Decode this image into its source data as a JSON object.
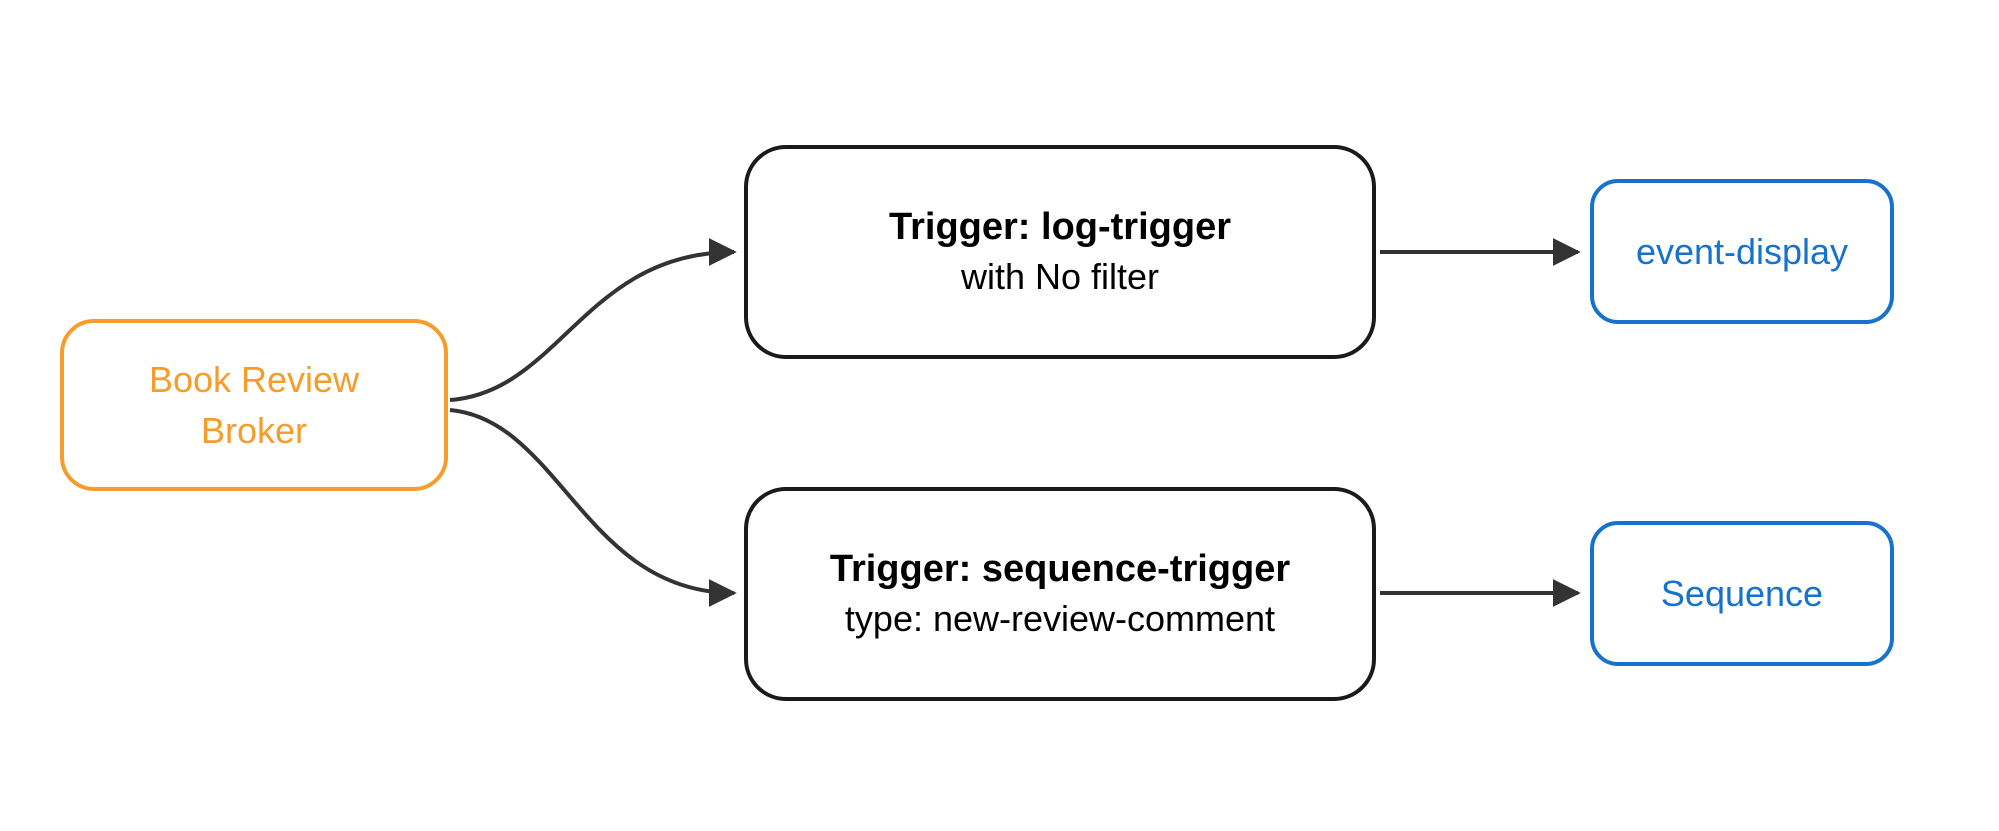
{
  "diagram": {
    "broker": {
      "label_line1": "Book Review",
      "label_line2": "Broker"
    },
    "trigger_log": {
      "title": "Trigger: log-trigger",
      "subtitle": "with No filter"
    },
    "trigger_sequence": {
      "title": "Trigger: sequence-trigger",
      "subtitle": "type: new-review-comment"
    },
    "sink_event_display": {
      "label": "event-display"
    },
    "sink_sequence": {
      "label": "Sequence"
    },
    "edges": [
      {
        "from": "broker",
        "to": "trigger_log"
      },
      {
        "from": "broker",
        "to": "trigger_sequence"
      },
      {
        "from": "trigger_log",
        "to": "sink_event_display"
      },
      {
        "from": "trigger_sequence",
        "to": "sink_sequence"
      }
    ],
    "colors": {
      "broker": "#F59C2A",
      "sink": "#1672CC",
      "trigger": "#1a1a1a",
      "edge": "#333333"
    }
  }
}
